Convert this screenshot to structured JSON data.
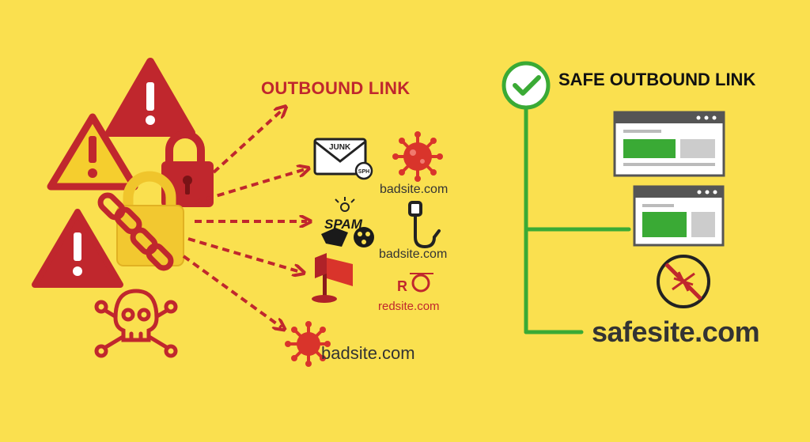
{
  "labels": {
    "outbound_link": "OUTBOUND LINK",
    "safe_outbound_link": "SAFE OUTBOUND LINK",
    "junk": "JUNK",
    "spam": "SPAM"
  },
  "sites": {
    "bad_1": "badsite.com",
    "bad_2": "badsite.com",
    "red": "redsite.com",
    "bad_3": "badsite.com",
    "safe": "safesite.com"
  },
  "colors": {
    "background": "#fae04f",
    "danger": "#c0272d",
    "safe": "#3aaa35",
    "browser_frame": "#555555"
  },
  "icons": [
    "warning-icon",
    "padlock-icon",
    "broken-chain-icon",
    "skull-crossbones-icon",
    "junk-mail-icon",
    "virus-icon",
    "spam-icon",
    "fishing-hook-icon",
    "red-flag-icon",
    "checkmark-icon",
    "browser-window-icon",
    "no-threat-icon"
  ]
}
